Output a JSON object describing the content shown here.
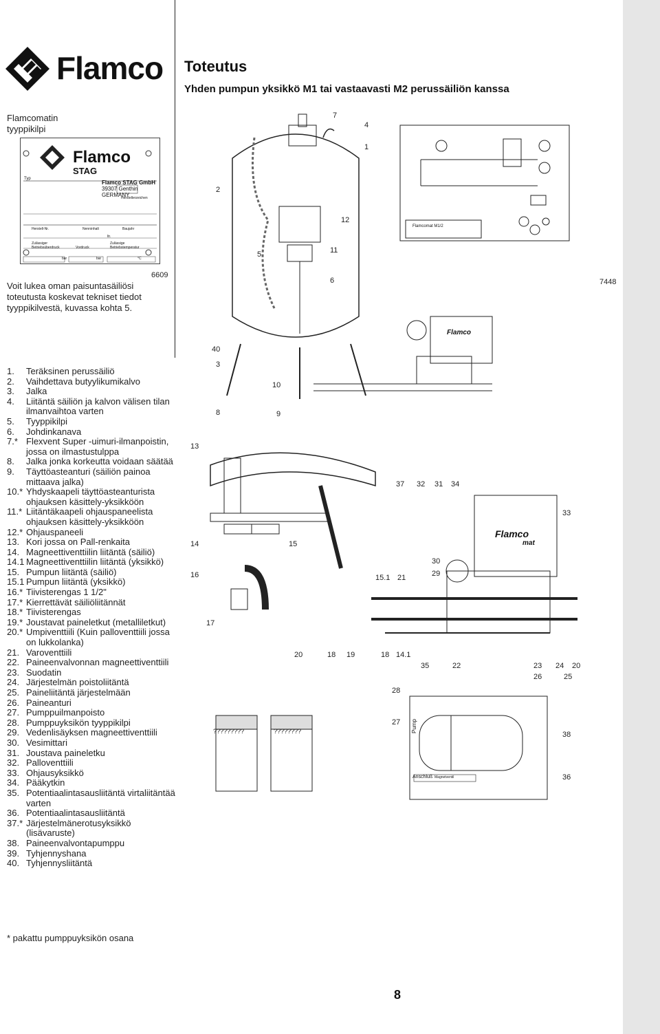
{
  "brand": "Flamco",
  "page_title": "Toteutus",
  "page_subtitle": "Yhden pumpun yksikkö M1 tai vastaavasti M2 perussäiliön kanssa",
  "nameplate": {
    "caption_line1": "Flamcomatin",
    "caption_line2": "tyyppikilpi",
    "brand": "Flamco",
    "brand_sub": "STAG",
    "company": "Flamco STAG GmbH",
    "address": "39307 Genthin  GERMANY",
    "maker_mark": "Herstellerzeichen",
    "typ": "Typ",
    "herstell_nr": "Herstell-Nr.",
    "nenninhalt": "Nenninhalt",
    "baujahr": "Baujahr",
    "ltr": "ltr.",
    "betriebsueberdruck": "Zulässiger Betriebsüberdruck",
    "vordruck": "Vordruck",
    "betriebstemperatur": "Zulässige Betriebstemperatur",
    "bar1": "bar",
    "bar2": "bar",
    "degc": "°C"
  },
  "note_lines": [
    "Voit lukea oman paisuntasäiliösi",
    "toteutusta koskevat tekniset tiedot",
    "tyyppikilvestä, kuvassa kohta 5."
  ],
  "figure_codes": {
    "top_left": "6609",
    "top_right": "7448"
  },
  "panel_label": "Flamcomat M1/2",
  "unit_brand": "Flamco",
  "unit_brand_sub": "mat",
  "callouts": {
    "c1": "1",
    "c2": "2",
    "c4": "4",
    "c5": "5",
    "c6": "6",
    "c7": "7",
    "c11": "11",
    "c12": "12",
    "c40": "40",
    "c3": "3",
    "c10": "10",
    "c8": "8",
    "c9": "9",
    "c13": "13",
    "c14": "14",
    "c16": "16",
    "c15": "15",
    "c17": "17",
    "c20": "20",
    "c18": "18",
    "c19": "19",
    "c18b": "18",
    "c141": "14.1",
    "c37": "37",
    "c32": "32",
    "c31": "31",
    "c34": "34",
    "c33": "33",
    "c30": "30",
    "c29": "29",
    "c151": "15.1",
    "c21": "21",
    "c35": "35",
    "c22": "22",
    "c23": "23",
    "c24": "24",
    "c20b": "20",
    "c26": "26",
    "c25": "25",
    "c28": "28",
    "c27": "27",
    "c38": "38",
    "c36": "36"
  },
  "pump_labels": {
    "pump": "Pump",
    "anschluss": "Anschluß",
    "magnetventil": "Magnetventil"
  },
  "unknown_labels": [
    "?????????",
    "????????"
  ],
  "parts": [
    {
      "num": "1.",
      "text": "Teräksinen perussäiliö"
    },
    {
      "num": "2.",
      "text": "Vaihdettava butyylikumikalvo"
    },
    {
      "num": "3.",
      "text": "Jalka"
    },
    {
      "num": "4.",
      "text": "Liitäntä säiliön ja kalvon välisen tilan ilmanvaihtoa varten"
    },
    {
      "num": "5.",
      "text": "Tyyppikilpi"
    },
    {
      "num": "6.",
      "text": "Johdinkanava"
    },
    {
      "num": "7.*",
      "text": "Flexvent Super -uimuri-ilmanpoistin, jossa on ilmastustulppa"
    },
    {
      "num": "8.",
      "text": "Jalka jonka korkeutta voidaan säätää"
    },
    {
      "num": "9.",
      "text": "Täyttöasteanturi (säiliön painoa mittaava jalka)"
    },
    {
      "num": "10.*",
      "text": "Yhdyskaapeli täyttöasteanturista ohjauksen käsittely-yksikköön"
    },
    {
      "num": "11.*",
      "text": "Liitäntäkaapeli ohjauspaneelista ohjauksen käsittely-yksikköön"
    },
    {
      "num": "12.*",
      "text": "Ohjauspaneeli"
    },
    {
      "num": "13.",
      "text": "Kori jossa on Pall-renkaita"
    },
    {
      "num": "14.",
      "text": "Magneettiventtiilin liitäntä (säiliö)"
    },
    {
      "num": "14.1",
      "text": "Magneettiventtiilin liitäntä (yksikkö)"
    },
    {
      "num": "15.",
      "text": "Pumpun liitäntä (säiliö)"
    },
    {
      "num": "15.1",
      "text": "Pumpun liitäntä (yksikkö)"
    },
    {
      "num": "16.*",
      "text": "Tiivisterengas 1 1/2\""
    },
    {
      "num": "17.*",
      "text": "Kierrettävät säiliöliitännät"
    },
    {
      "num": "18.*",
      "text": "Tiivisterengas"
    },
    {
      "num": "19.*",
      "text": "Joustavat paineletkut (metalliletkut)"
    },
    {
      "num": "20.*",
      "text": "Umpiventtiili (Kuin palloventtiili jossa on lukkolanka)"
    },
    {
      "num": "21.",
      "text": "Varoventtiili"
    },
    {
      "num": "22.",
      "text": "Paineenvalvonnan magneettiventtiili"
    },
    {
      "num": "23.",
      "text": "Suodatin"
    },
    {
      "num": "24.",
      "text": "Järjestelmän poistoliitäntä"
    },
    {
      "num": "25.",
      "text": "Paineliitäntä järjestelmään"
    },
    {
      "num": "26.",
      "text": "Paineanturi"
    },
    {
      "num": "27.",
      "text": "Pumppuilmanpoisto"
    },
    {
      "num": "28.",
      "text": "Pumppuyksikön tyyppikilpi"
    },
    {
      "num": "29.",
      "text": "Vedenlisäyksen magneettiventtiili"
    },
    {
      "num": "30.",
      "text": "Vesimittari"
    },
    {
      "num": "31.",
      "text": "Joustava paineletku"
    },
    {
      "num": "32.",
      "text": "Palloventtiili"
    },
    {
      "num": "33.",
      "text": "Ohjausyksikkö"
    },
    {
      "num": "34.",
      "text": "Pääkytkin"
    },
    {
      "num": "35.",
      "text": "Potentiaalintasausliitäntä virtaliitäntää varten"
    },
    {
      "num": "36.",
      "text": "Potentiaalintasausliitäntä"
    },
    {
      "num": "37.*",
      "text": "Järjestelmänerotusyksikkö (lisävaruste)"
    },
    {
      "num": "38.",
      "text": "Paineenvalvontapumppu"
    },
    {
      "num": "39.",
      "text": "Tyhjennyshana"
    },
    {
      "num": "40.",
      "text": "Tyhjennysliitäntä"
    }
  ],
  "footnote": "* pakattu pumppuyksikön osana",
  "page_number": "8"
}
